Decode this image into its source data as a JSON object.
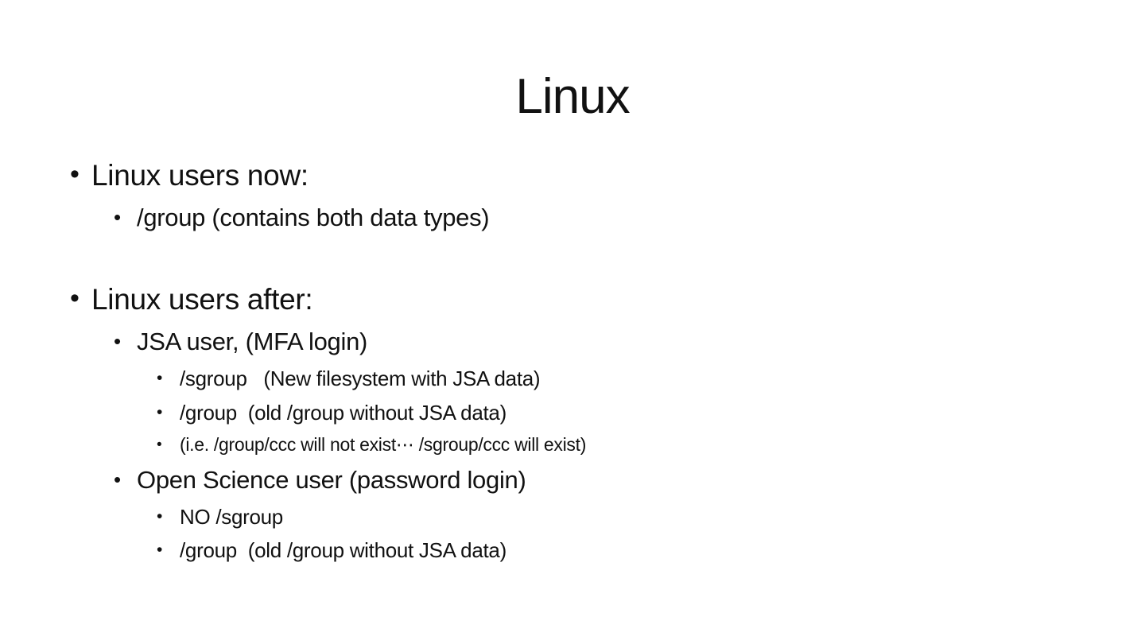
{
  "slide": {
    "title": "Linux",
    "bullets": [
      {
        "level": 1,
        "text": "Linux users now:"
      },
      {
        "level": 2,
        "text": "/group (contains both data types)"
      },
      {
        "level": 1,
        "text": "Linux users after:"
      },
      {
        "level": 2,
        "text": "JSA user, (MFA login)"
      },
      {
        "level": 3,
        "text": "/sgroup   (New filesystem with JSA data)"
      },
      {
        "level": 3,
        "text": "/group  (old /group without JSA data)"
      },
      {
        "level": 3,
        "text": "(i.e. /group/ccc will not exist⋯ /sgroup/ccc will exist)"
      },
      {
        "level": 2,
        "text": "Open Science user (password login)"
      },
      {
        "level": 3,
        "text": "NO /sgroup"
      },
      {
        "level": 3,
        "text": "/group  (old /group without JSA data)"
      }
    ]
  }
}
